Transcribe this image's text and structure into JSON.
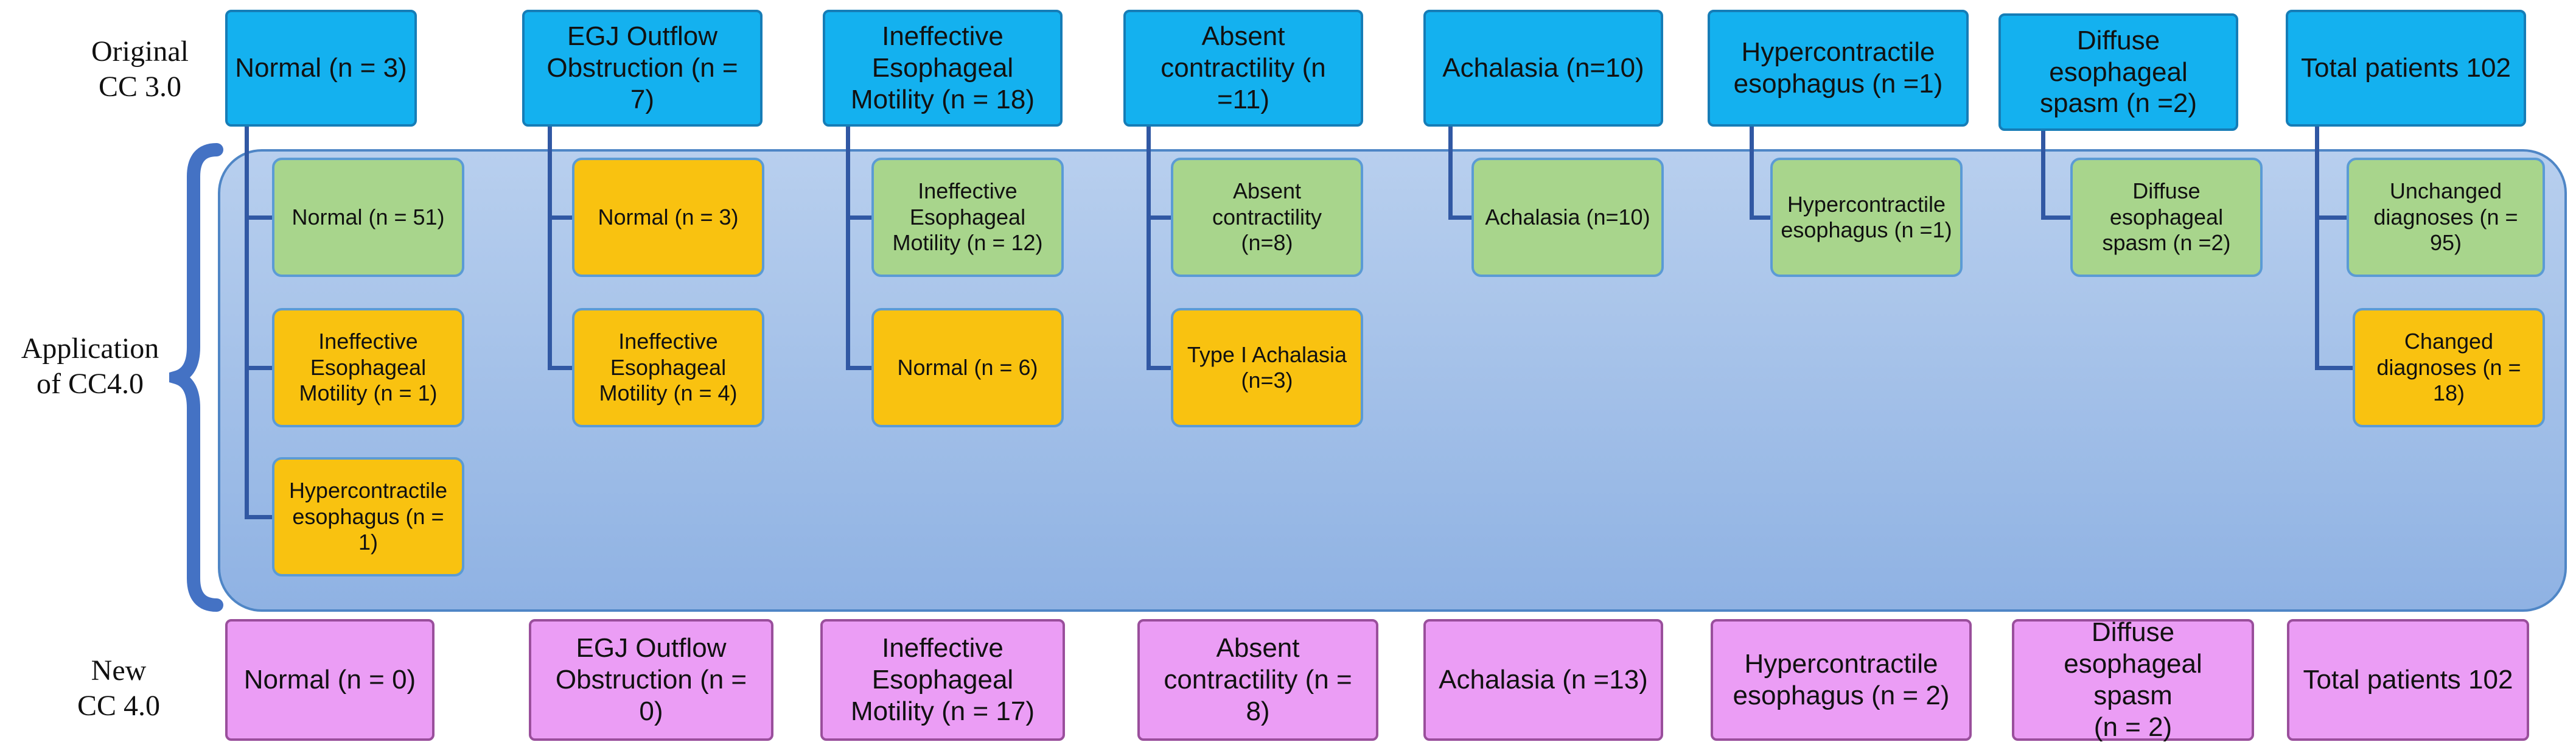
{
  "row_labels": {
    "original": "Original\nCC 3.0",
    "application": "Application\nof CC4.0",
    "new": "New\nCC 4.0"
  },
  "colors": {
    "original": "#14b1ef",
    "unchanged": "#a8d58c",
    "changed": "#f9c210",
    "new": "#eb9df5",
    "panel": "#9dbde8",
    "connector": "#3158a3"
  },
  "columns": [
    {
      "original": "Normal (n = 3)",
      "application": [
        {
          "text": "Normal (n = 51)",
          "status": "unchanged"
        },
        {
          "text": "Ineffective\nEsophageal\nMotility (n = 1)",
          "status": "changed"
        },
        {
          "text": "Hypercontractile\nesophagus (n =\n1)",
          "status": "changed"
        }
      ],
      "new": "Normal (n = 0)"
    },
    {
      "original": "EGJ Outflow\nObstruction (n =\n7)",
      "application": [
        {
          "text": "Normal (n = 3)",
          "status": "changed"
        },
        {
          "text": "Ineffective\nEsophageal\nMotility (n = 4)",
          "status": "changed"
        }
      ],
      "new": "EGJ Outflow\nObstruction (n =\n0)"
    },
    {
      "original": "Ineffective\nEsophageal\nMotility (n = 18)",
      "application": [
        {
          "text": "Ineffective\nEsophageal\nMotility (n = 12)",
          "status": "unchanged"
        },
        {
          "text": "Normal (n = 6)",
          "status": "changed"
        }
      ],
      "new": "Ineffective\nEsophageal\nMotility (n = 17)"
    },
    {
      "original": "Absent\ncontractility (n\n=11)",
      "application": [
        {
          "text": "Absent\ncontractility\n(n=8)",
          "status": "unchanged"
        },
        {
          "text": "Type I Achalasia\n(n=3)",
          "status": "changed"
        }
      ],
      "new": "Absent\ncontractility (n =\n8)"
    },
    {
      "original": "Achalasia (n=10)",
      "application": [
        {
          "text": "Achalasia (n=10)",
          "status": "unchanged"
        }
      ],
      "new": "Achalasia (n =13)"
    },
    {
      "original": "Hypercontractile\nesophagus (n =1)",
      "application": [
        {
          "text": "Hypercontractile\nesophagus (n =1)",
          "status": "unchanged"
        }
      ],
      "new": "Hypercontractile\nesophagus (n = 2)"
    },
    {
      "original": "Diffuse\nesophageal\nspasm (n =2)",
      "application": [
        {
          "text": "Diffuse\nesophageal\nspasm (n =2)",
          "status": "unchanged"
        }
      ],
      "new": "Diffuse\nesophageal spasm\n(n = 2)"
    },
    {
      "original": "Total patients 102",
      "application": [
        {
          "text": "Unchanged\ndiagnoses (n =\n95)",
          "status": "unchanged"
        },
        {
          "text": "Changed\ndiagnoses (n =\n18)",
          "status": "changed"
        }
      ],
      "new": "Total patients 102"
    }
  ]
}
